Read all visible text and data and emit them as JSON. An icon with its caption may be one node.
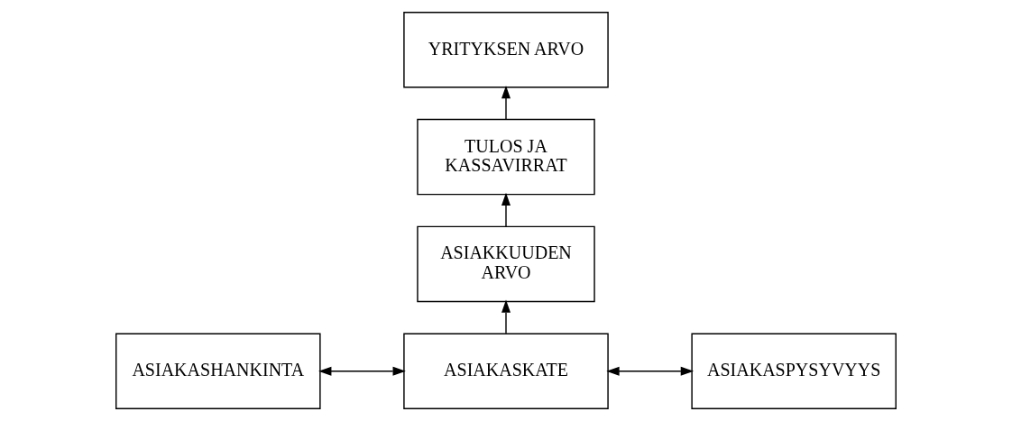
{
  "diagram": {
    "nodes": [
      {
        "text": [
          "YRITYKSEN ARVO"
        ]
      },
      {
        "text": [
          "TULOS JA KASSAVIRRAT"
        ]
      },
      {
        "text": [
          "ASIAKKUUDEN ARVO"
        ]
      },
      {
        "text": [
          "ASIAKASHANKINTA"
        ]
      },
      {
        "text": [
          "ASIAKASKATE"
        ]
      },
      {
        "text": [
          "ASIAKASPYSYVYYS"
        ]
      }
    ],
    "edges": [
      {
        "from": 1,
        "to": 0,
        "arrow": "to"
      },
      {
        "from": 2,
        "to": 1,
        "arrow": "to"
      },
      {
        "from": 4,
        "to": 2,
        "arrow": "to"
      },
      {
        "from": 3,
        "to": 4,
        "arrow": "both"
      },
      {
        "from": 4,
        "to": 5,
        "arrow": "both"
      }
    ]
  }
}
